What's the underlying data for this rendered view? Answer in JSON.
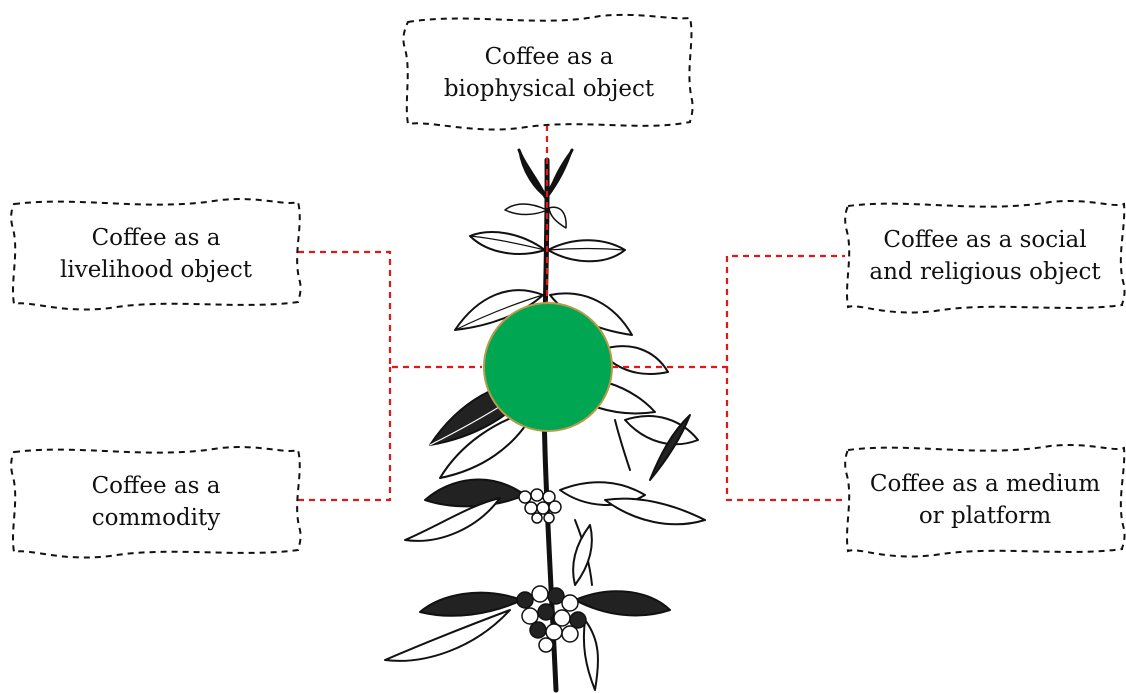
{
  "boxes": {
    "biophysical": {
      "line1": "Coffee as a",
      "line2": "biophysical object"
    },
    "livelihood": {
      "line1": "Coffee as a",
      "line2": "livelihood object"
    },
    "social_religious": {
      "line1": "Coffee as a social",
      "line2": "and religious object"
    },
    "commodity": {
      "line1": "Coffee as a",
      "line2": "commodity"
    },
    "medium_platform": {
      "line1": "Coffee as a medium",
      "line2": "or platform"
    }
  },
  "colors": {
    "connector": "#e01818",
    "hub": "#00a651",
    "hub_outline": "#b89b4a",
    "box_border": "#111111",
    "plant_ink": "#111111"
  },
  "icons": {
    "plant": "coffee-plant-illustration",
    "hub": "center-circle"
  }
}
